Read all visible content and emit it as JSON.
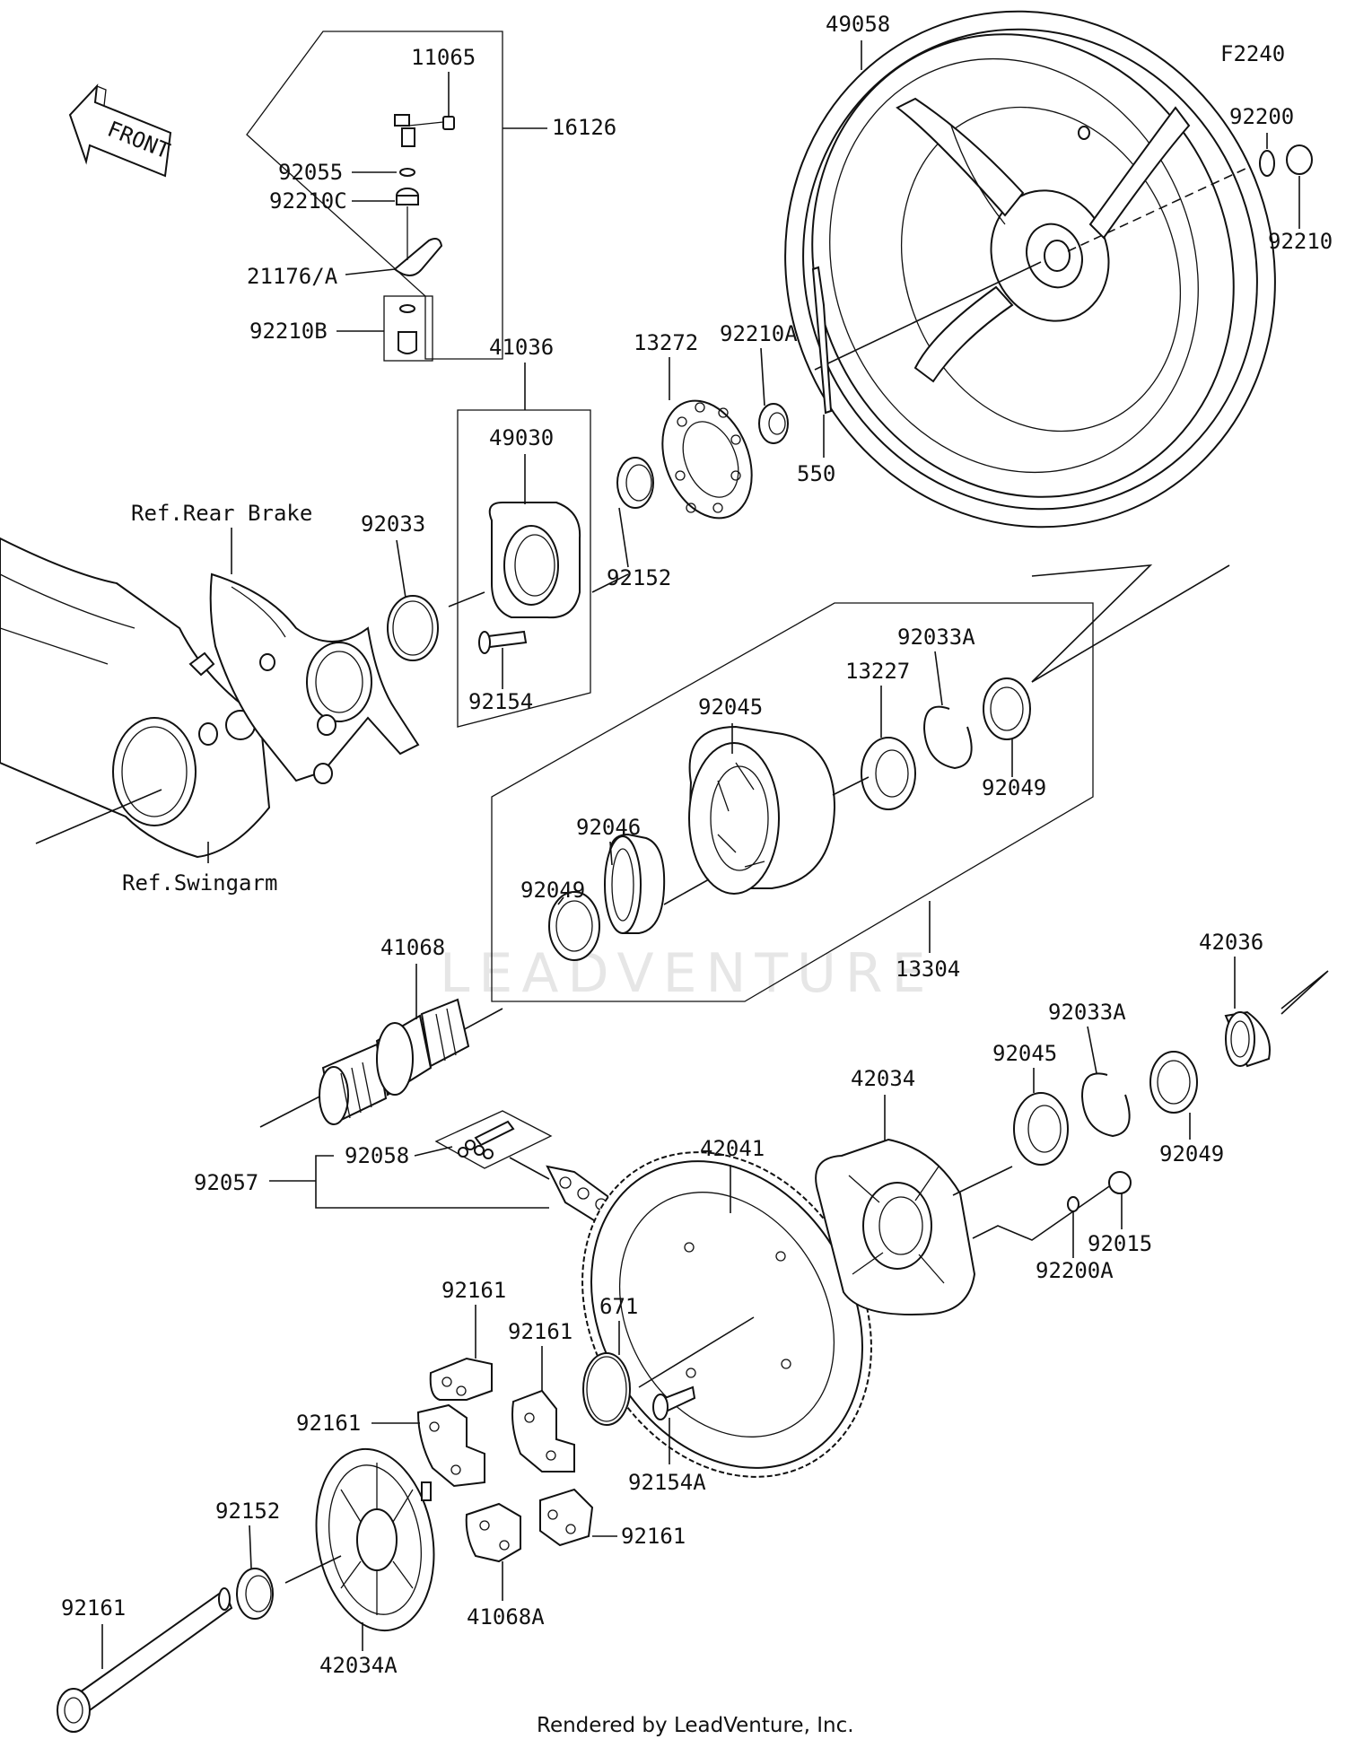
{
  "diagram_code": "F2240",
  "front_label": "FRONT",
  "watermark": "LEADVENTURE",
  "footer": "Rendered by LeadVenture, Inc.",
  "refs": {
    "rear_brake": "Ref.Rear Brake",
    "swingarm": "Ref.Swingarm"
  },
  "parts": [
    {
      "id": "p11065",
      "label": "11065"
    },
    {
      "id": "p16126",
      "label": "16126"
    },
    {
      "id": "p92055",
      "label": "92055"
    },
    {
      "id": "p92210C",
      "label": "92210C"
    },
    {
      "id": "p21176A",
      "label": "21176/A"
    },
    {
      "id": "p92210B",
      "label": "92210B"
    },
    {
      "id": "p41036",
      "label": "41036"
    },
    {
      "id": "p49030",
      "label": "49030"
    },
    {
      "id": "p92033",
      "label": "92033"
    },
    {
      "id": "p92154",
      "label": "92154"
    },
    {
      "id": "p13272",
      "label": "13272"
    },
    {
      "id": "p92210A",
      "label": "92210A"
    },
    {
      "id": "p92152a",
      "label": "92152"
    },
    {
      "id": "p550",
      "label": "550"
    },
    {
      "id": "p49058",
      "label": "49058"
    },
    {
      "id": "p92200",
      "label": "92200"
    },
    {
      "id": "p92210",
      "label": "92210"
    },
    {
      "id": "p92033Aa",
      "label": "92033A"
    },
    {
      "id": "p92045a",
      "label": "92045"
    },
    {
      "id": "p13227",
      "label": "13227"
    },
    {
      "id": "p92049a",
      "label": "92049"
    },
    {
      "id": "p92046",
      "label": "92046"
    },
    {
      "id": "p92049b",
      "label": "92049"
    },
    {
      "id": "p13304",
      "label": "13304"
    },
    {
      "id": "p41068",
      "label": "41068"
    },
    {
      "id": "p42036",
      "label": "42036"
    },
    {
      "id": "p92033Ab",
      "label": "92033A"
    },
    {
      "id": "p92045b",
      "label": "92045"
    },
    {
      "id": "p42034",
      "label": "42034"
    },
    {
      "id": "p92049c",
      "label": "92049"
    },
    {
      "id": "p92058",
      "label": "92058"
    },
    {
      "id": "p92057",
      "label": "92057"
    },
    {
      "id": "p42041",
      "label": "42041"
    },
    {
      "id": "p92015",
      "label": "92015"
    },
    {
      "id": "p92200A",
      "label": "92200A"
    },
    {
      "id": "p92161a",
      "label": "92161"
    },
    {
      "id": "p92161b",
      "label": "92161"
    },
    {
      "id": "p671",
      "label": "671"
    },
    {
      "id": "p92161c",
      "label": "92161"
    },
    {
      "id": "p92154A",
      "label": "92154A"
    },
    {
      "id": "p92152b",
      "label": "92152"
    },
    {
      "id": "p92161d",
      "label": "92161"
    },
    {
      "id": "p92161e",
      "label": "92161"
    },
    {
      "id": "p41068A",
      "label": "41068A"
    },
    {
      "id": "p42034A",
      "label": "42034A"
    }
  ]
}
